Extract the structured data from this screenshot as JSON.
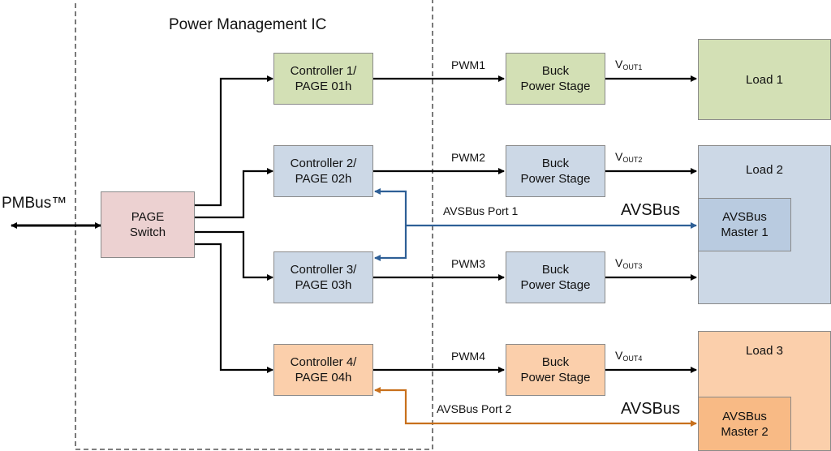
{
  "ic": {
    "title": "Power Management IC"
  },
  "bus": {
    "label": "PMBus™"
  },
  "page_switch": {
    "line1": "PAGE",
    "line2": "Switch"
  },
  "controllers": [
    {
      "line1": "Controller 1/",
      "line2": "PAGE 01h"
    },
    {
      "line1": "Controller 2/",
      "line2": "PAGE 02h"
    },
    {
      "line1": "Controller 3/",
      "line2": "PAGE 03h"
    },
    {
      "line1": "Controller 4/",
      "line2": "PAGE 04h"
    }
  ],
  "pwm": [
    "PWM1",
    "PWM2",
    "PWM3",
    "PWM4"
  ],
  "buck": {
    "line1": "Buck",
    "line2": "Power Stage"
  },
  "vout": [
    {
      "v": "V",
      "sub": "OUT1"
    },
    {
      "v": "V",
      "sub": "OUT2"
    },
    {
      "v": "V",
      "sub": "OUT3"
    },
    {
      "v": "V",
      "sub": "OUT4"
    }
  ],
  "loads": {
    "load1": "Load 1",
    "load2": "Load 2",
    "load3": "Load 3"
  },
  "avs_masters": [
    {
      "line1": "AVSBus",
      "line2": "Master 1"
    },
    {
      "line1": "AVSBus",
      "line2": "Master 2"
    }
  ],
  "avs_ports": [
    "AVSBus Port 1",
    "AVSBus Port 2"
  ],
  "avs_bus_label": "AVSBus",
  "colors": {
    "green": "#d3e0b5",
    "blue": "#ccd8e6",
    "pink": "#ecd1d1",
    "orange": "#fbcfab",
    "avs_port1_line": "#2e5f96",
    "avs_port2_line": "#c8701c"
  }
}
